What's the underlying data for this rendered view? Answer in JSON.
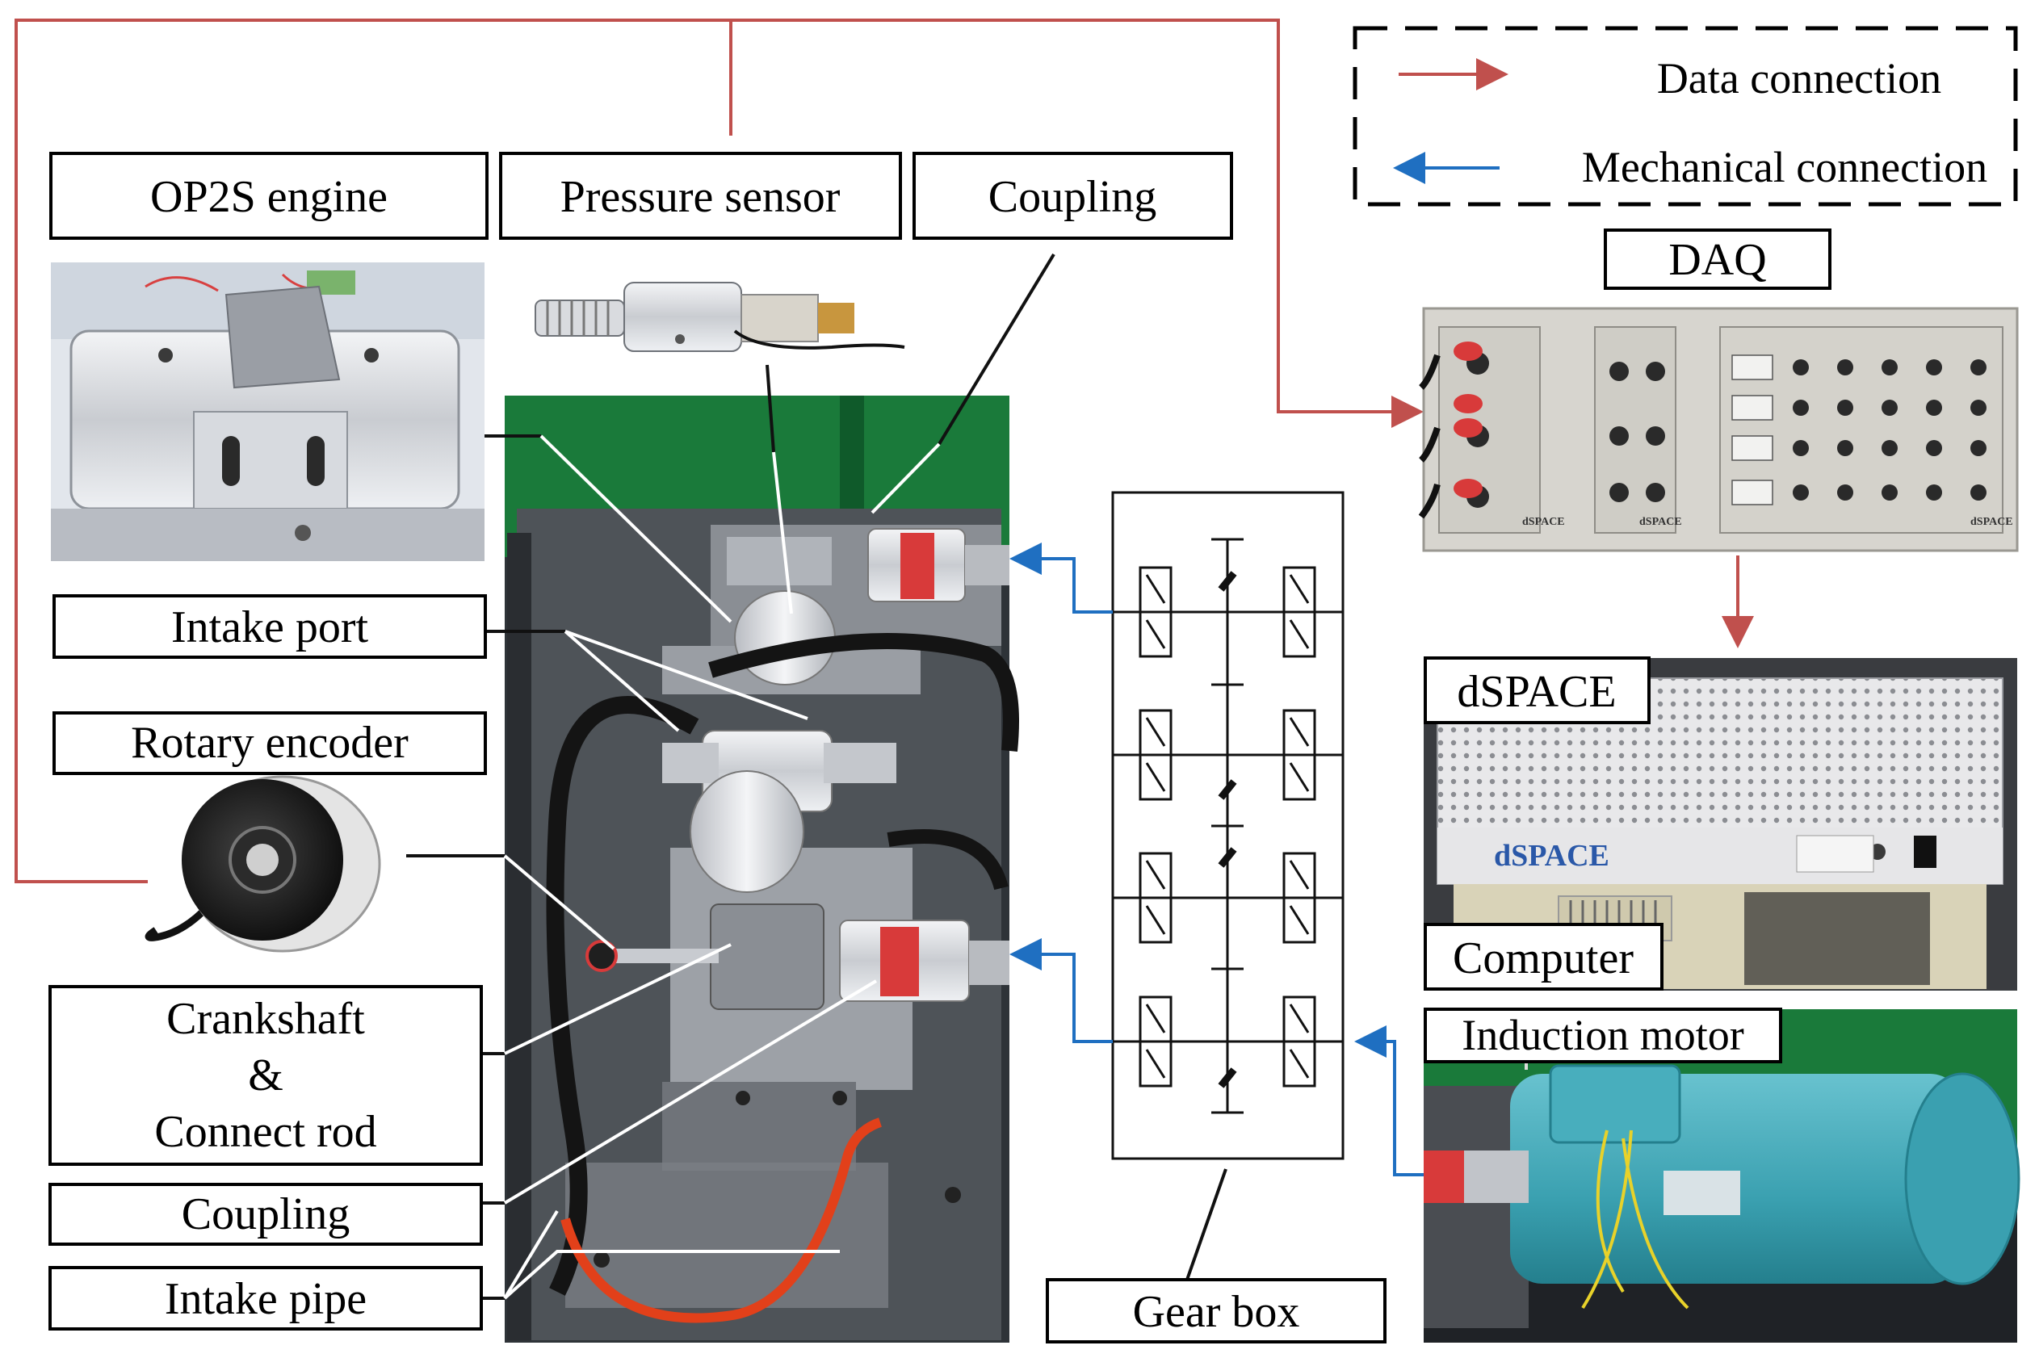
{
  "legend": {
    "data_connection": "Data connection",
    "mechanical_connection": "Mechanical connection"
  },
  "labels": {
    "op2s_engine": "OP2S engine",
    "pressure_sensor": "Pressure sensor",
    "coupling_top": "Coupling",
    "intake_port": "Intake port",
    "rotary_encoder": "Rotary encoder",
    "crankshaft_line1": "Crankshaft",
    "crankshaft_line2": "&",
    "crankshaft_line3": "Connect rod",
    "coupling_bottom": "Coupling",
    "intake_pipe": "Intake pipe",
    "gear_box": "Gear box",
    "daq": "DAQ",
    "dspace_label": "dSPACE",
    "computer": "Computer",
    "induction_motor": "Induction motor"
  },
  "photo_text": {
    "dspace_brand": "dSPACE",
    "daq_brand_1": "dSPACE",
    "daq_brand_2": "dSPACE",
    "daq_brand_3": "dSPACE"
  },
  "colors": {
    "data_line": "#c0504d",
    "mechanical_line": "#1f6fc1",
    "label_border": "#000000",
    "photo_green": "#1a7a3a",
    "dspace_red": "#d0302c",
    "dspace_blue": "#2a58a8",
    "motor_teal": "#3aa0b0",
    "coupling_red": "#d83a3a"
  },
  "icons": {
    "data_arrow": "arrow-right-icon",
    "mechanical_arrow": "arrow-left-icon"
  }
}
